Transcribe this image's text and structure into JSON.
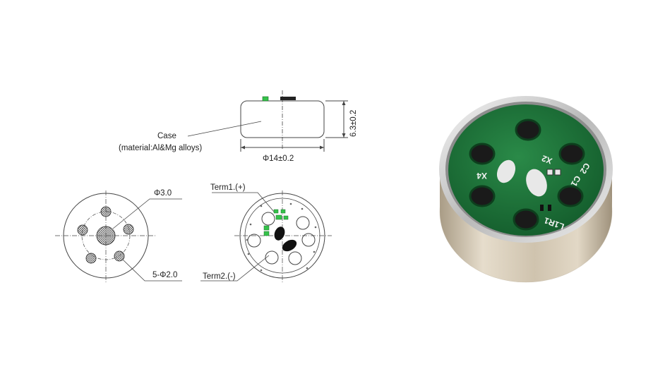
{
  "drawing": {
    "side_view": {
      "case_label": "Case",
      "case_material": "(material:Al&Mg alloys)",
      "diameter_dim": "Φ14±0.2",
      "height_dim": "6.3±0.2"
    },
    "front_view": {
      "center_hole_dim": "Φ3.0",
      "outer_holes_dim": "5-Φ2.0"
    },
    "terminal_view": {
      "term1_label": "Term1.(+)",
      "term2_label": "Term2.(-)"
    }
  },
  "photo": {
    "silkscreen": {
      "x4": "X4",
      "x2": "X2",
      "c2": "C2",
      "c1": "C1",
      "l1r1": "L1R1"
    }
  },
  "colors": {
    "line": "#444444",
    "pcb_green": "#1f7a3c",
    "metal_silver": "#d9d9d9",
    "case_beige": "#cfc4b2",
    "component_green": "#35c24a"
  }
}
